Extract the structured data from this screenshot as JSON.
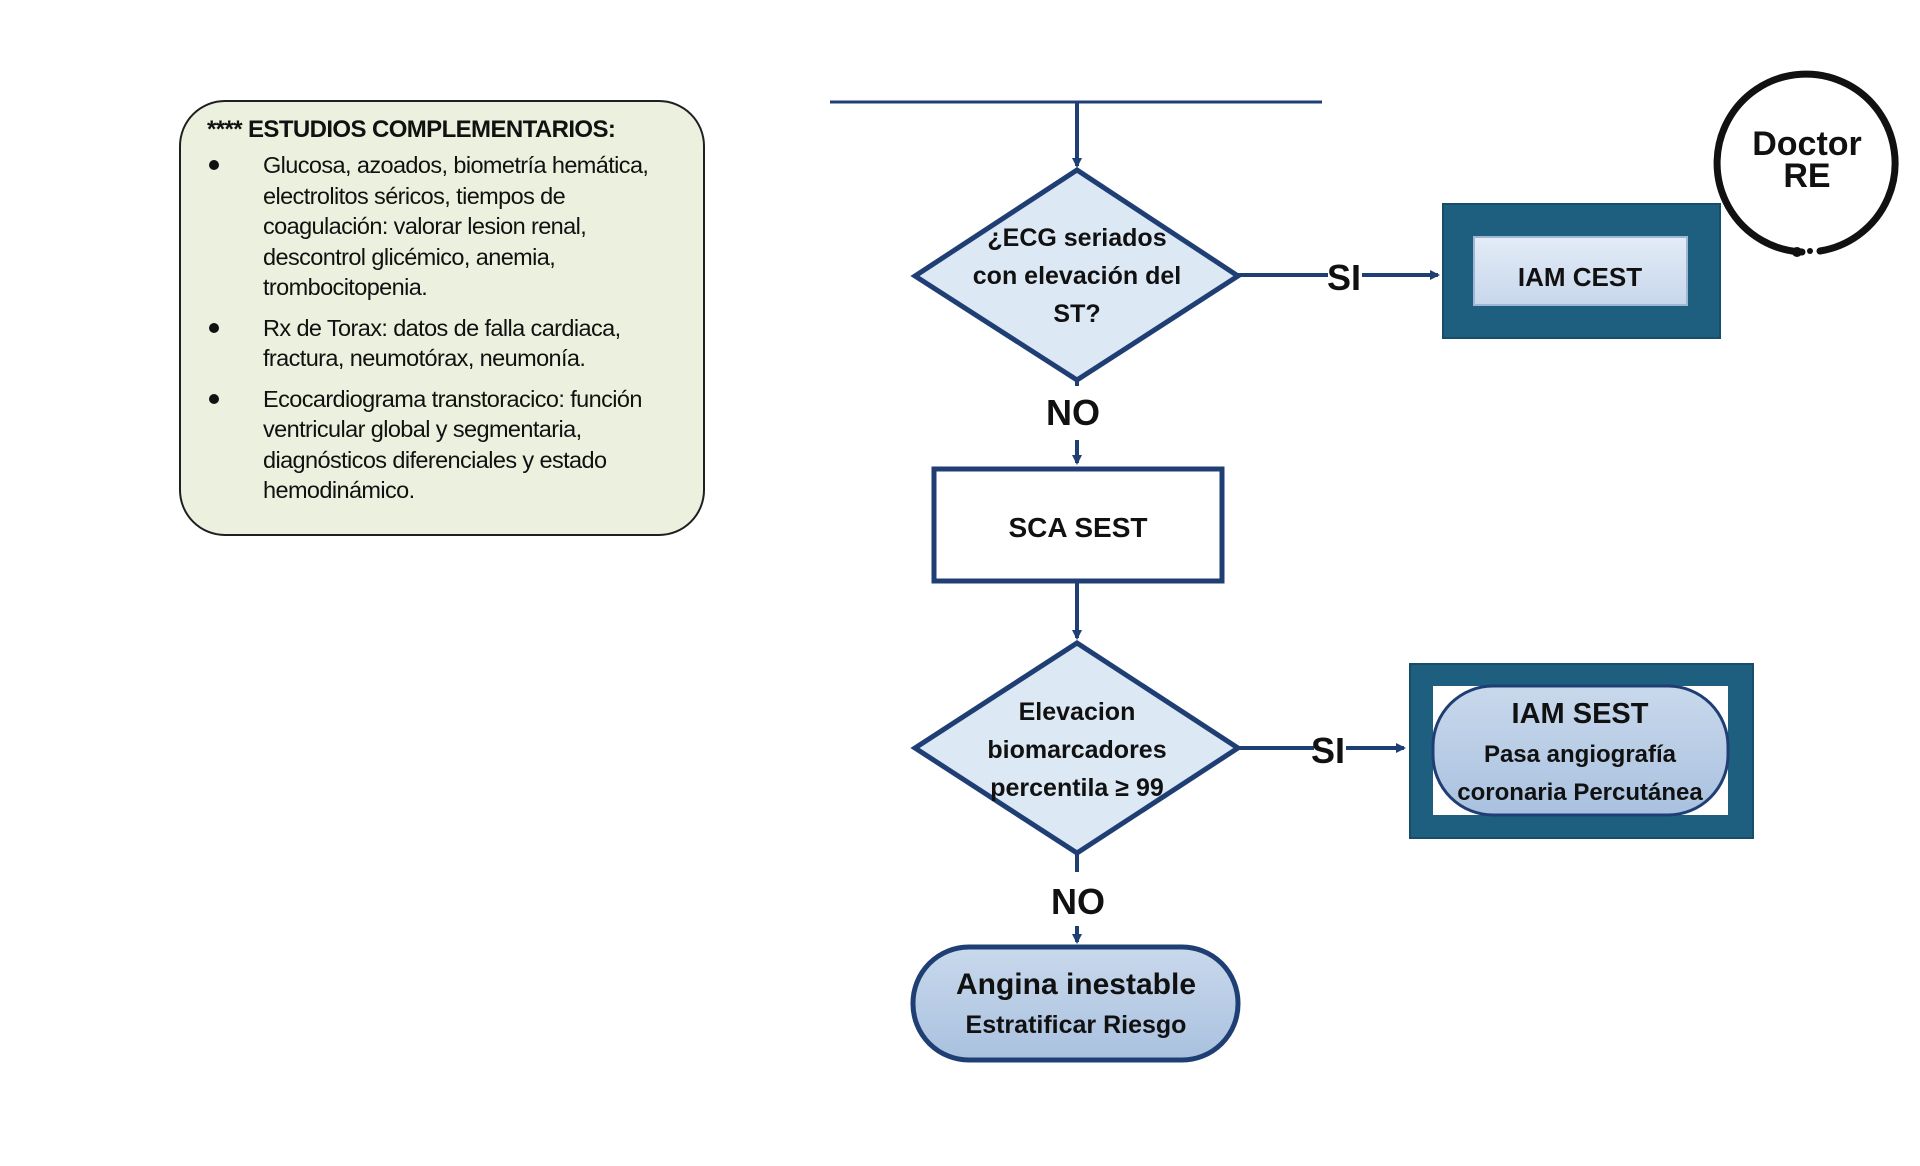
{
  "info_box": {
    "title": "**** ESTUDIOS COMPLEMENTARIOS:",
    "items": [
      "Glucosa, azoados, biometría hemática, electrolitos séricos, tiempos de coagulación: valorar lesion renal, descontrol glicémico, anemia, trombocitopenia.",
      "Rx de Torax: datos de falla cardiaca, fractura, neumotórax, neumonía.",
      "Ecocardiograma transtoracico: función ventricular global y segmentaria, diagnósticos diferenciales y estado hemodinámico."
    ]
  },
  "logo": {
    "line1": "Doctor",
    "line2": "RE"
  },
  "flow": {
    "decision1": {
      "line1": "¿ECG seriados",
      "line2": "con elevación del",
      "line3": "ST?"
    },
    "yes1_label": "SI",
    "no1_label": "NO",
    "result1": "IAM CEST",
    "process1": "SCA SEST",
    "decision2": {
      "line1": "Elevacion",
      "line2": "biomarcadores",
      "line3": "percentila ≥ 99"
    },
    "yes2_label": "SI",
    "no2_label": "NO",
    "result2": {
      "title": "IAM SEST",
      "line1": "Pasa angiografía",
      "line2": "coronaria Percutánea"
    },
    "terminal": {
      "title": "Angina inestable",
      "subtitle": "Estratificar Riesgo"
    }
  },
  "colors": {
    "flow_stroke": "#1f3f74",
    "dark_teal": "#1e5f80",
    "light_blue_fill": "#dde8f5",
    "pill_fill": "#b8cde6",
    "info_fill": "#ebf1de"
  }
}
